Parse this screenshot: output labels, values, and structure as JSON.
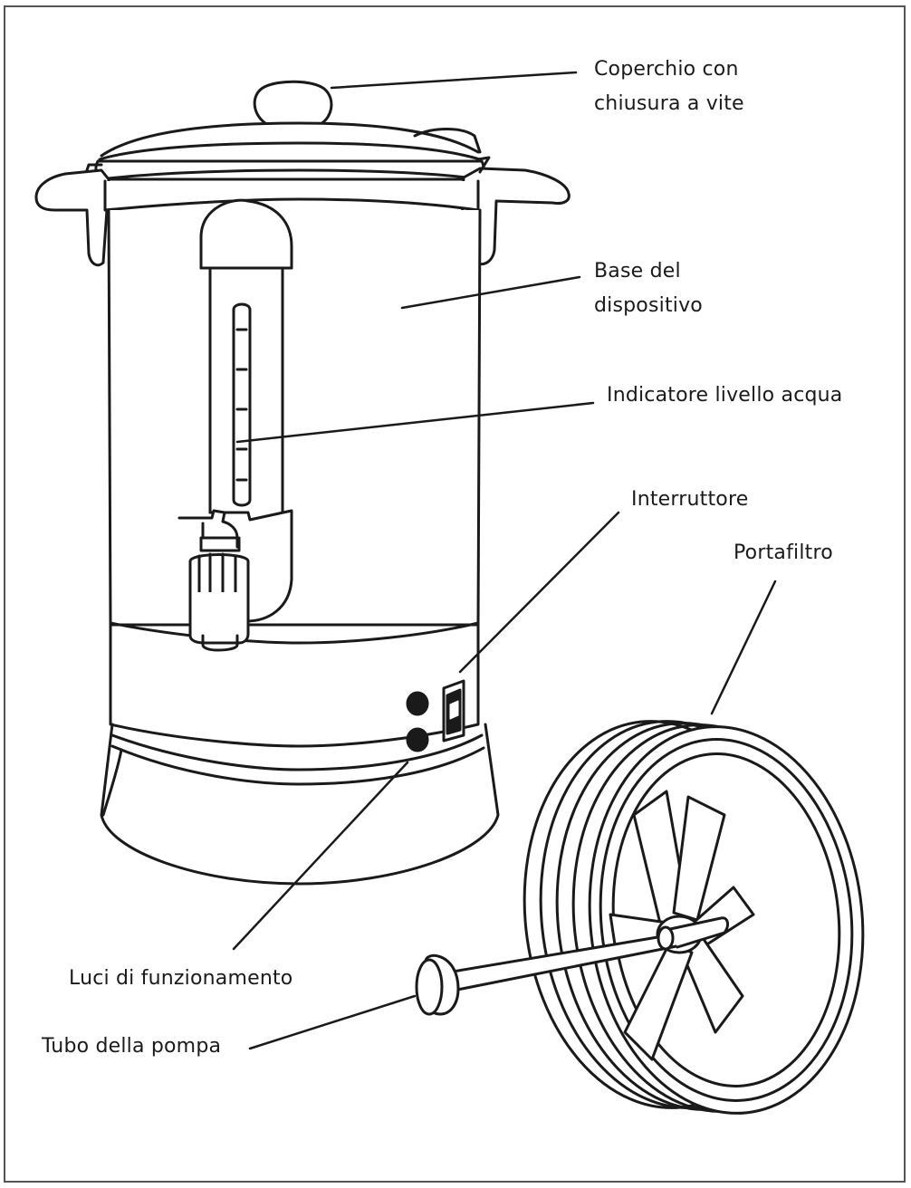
{
  "labels": {
    "lid_line1": "Coperchio con",
    "lid_line2": "chiusura a vite",
    "base_line1": "Base del",
    "base_line2": "dispositivo",
    "water_level": "Indicatore livello acqua",
    "switch": "Interruttore",
    "filter_holder": "Portafiltro",
    "lights": "Luci di funzionamento",
    "pump_tube": "Tubo della pompa"
  },
  "colors": {
    "line": "#1a1a1a",
    "frame": "#555555",
    "background": "#ffffff"
  }
}
